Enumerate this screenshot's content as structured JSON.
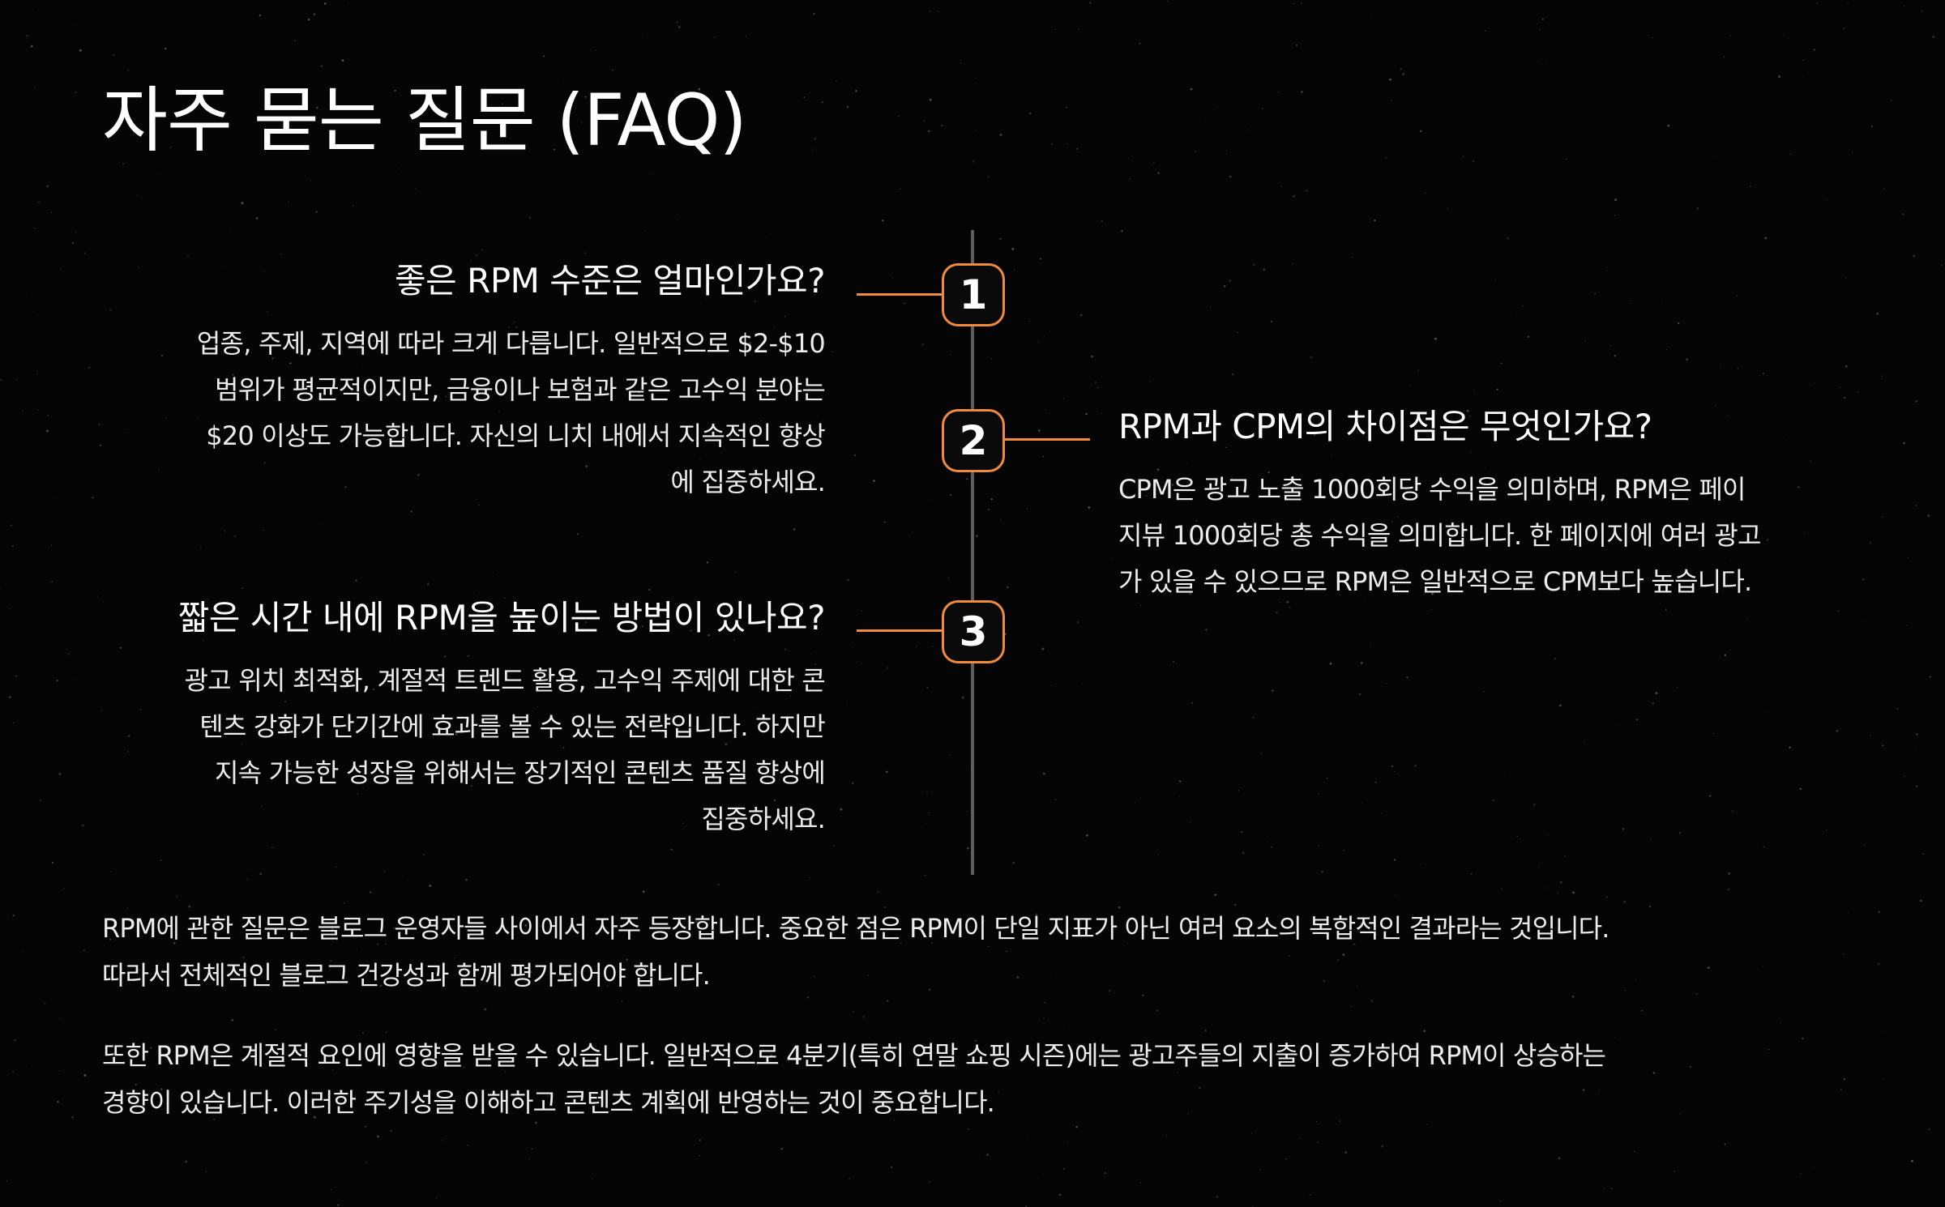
{
  "title": "자주 묻는 질문 (FAQ)",
  "faqs": [
    {
      "number": "1",
      "question": "좋은 RPM 수준은 얼마인가요?",
      "answer_lines": [
        "업종, 주제, 지역에 따라 크게 다릅니다. 일반적으로 $2-$10",
        "범위가 평균적이지만, 금융이나 보험과 같은 고수익 분야는",
        "$20 이상도 가능합니다. 자신의 니치 내에서 지속적인 향상",
        "에 집중하세요."
      ]
    },
    {
      "number": "2",
      "question": "RPM과 CPM의 차이점은 무엇인가요?",
      "answer_lines": [
        "CPM은 광고 노출 1000회당 수익을 의미하며, RPM은 페이",
        "지뷰 1000회당 총 수익을 의미합니다. 한 페이지에 여러 광고",
        "가 있을 수 있으므로 RPM은 일반적으로 CPM보다 높습니다."
      ]
    },
    {
      "number": "3",
      "question": "짧은 시간 내에 RPM을 높이는 방법이 있나요?",
      "answer_lines": [
        "광고 위치 최적화, 계절적 트렌드 활용, 고수익 주제에 대한 콘",
        "텐츠 강화가 단기간에 효과를 볼 수 있는 전략입니다. 하지만",
        "지속 가능한 성장을 위해서는 장기적인 콘텐츠 품질 향상에",
        "집중하세요."
      ]
    }
  ],
  "paragraphs": [
    {
      "lines": [
        "RPM에 관한 질문은 블로그 운영자들 사이에서 자주 등장합니다. 중요한 점은 RPM이 단일 지표가 아닌 여러 요소의 복합적인 결과라는 것입니다.",
        "따라서 전체적인 블로그 건강성과 함께 평가되어야 합니다."
      ]
    },
    {
      "lines": [
        "또한 RPM은 계절적 요인에 영향을 받을 수 있습니다. 일반적으로 4분기(특히 연말 쇼핑 시즌)에는 광고주들의 지출이 증가하여 RPM이 상승하는",
        "경향이 있습니다. 이러한 주기성을 이해하고 콘텐츠 계획에 반영하는 것이 중요합니다."
      ]
    }
  ],
  "colors": {
    "background": "#050505",
    "accent": "#f08a3c",
    "timeline": "#5f5f5f",
    "text": "#ffffff"
  }
}
